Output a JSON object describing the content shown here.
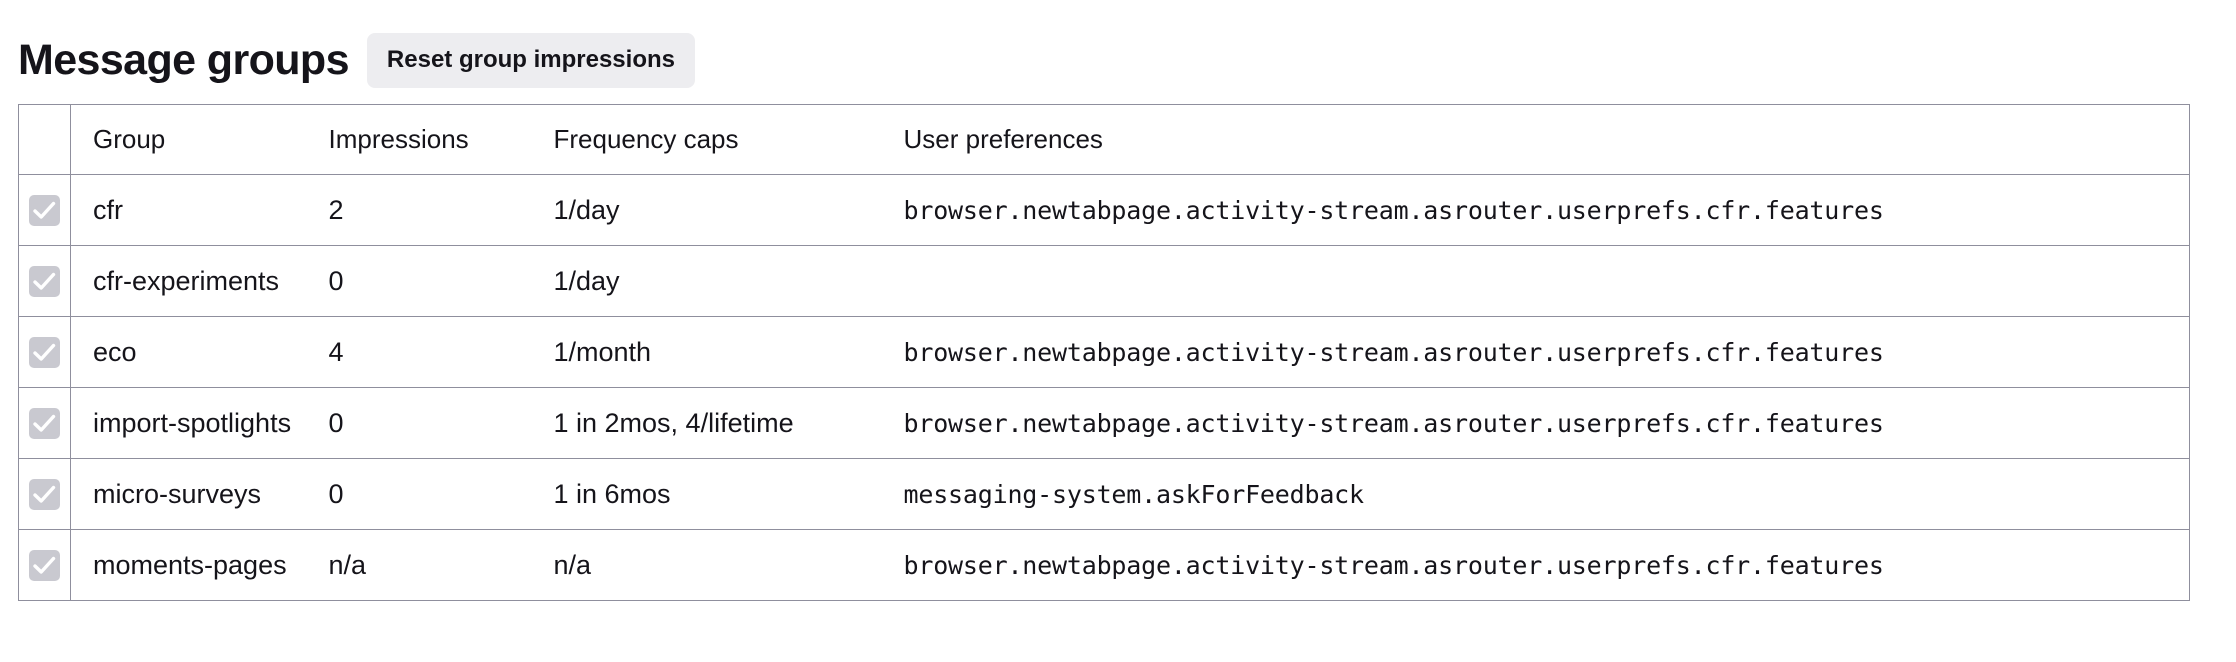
{
  "header": {
    "title": "Message groups",
    "reset_button_label": "Reset group impressions"
  },
  "table": {
    "columns": {
      "checkbox": "",
      "group": "Group",
      "impressions": "Impressions",
      "frequency_caps": "Frequency caps",
      "user_preferences": "User preferences"
    },
    "rows": [
      {
        "checkbox_icon": "checkmark-icon",
        "checked": true,
        "group": "cfr",
        "impressions": "2",
        "frequency_caps": "1/day",
        "user_preferences": "browser.newtabpage.activity-stream.asrouter.userprefs.cfr.features"
      },
      {
        "checkbox_icon": "checkmark-icon",
        "checked": true,
        "group": "cfr-experiments",
        "impressions": "0",
        "frequency_caps": "1/day",
        "user_preferences": ""
      },
      {
        "checkbox_icon": "checkmark-icon",
        "checked": true,
        "group": "eco",
        "impressions": "4",
        "frequency_caps": "1/month",
        "user_preferences": "browser.newtabpage.activity-stream.asrouter.userprefs.cfr.features"
      },
      {
        "checkbox_icon": "checkmark-icon",
        "checked": true,
        "group": "import-spotlights",
        "impressions": "0",
        "frequency_caps": "1 in 2mos, 4/lifetime",
        "user_preferences": "browser.newtabpage.activity-stream.asrouter.userprefs.cfr.features"
      },
      {
        "checkbox_icon": "checkmark-icon",
        "checked": true,
        "group": "micro-surveys",
        "impressions": "0",
        "frequency_caps": "1 in 6mos",
        "user_preferences": "messaging-system.askForFeedback"
      },
      {
        "checkbox_icon": "checkmark-icon",
        "checked": true,
        "group": "moments-pages",
        "impressions": "n/a",
        "frequency_caps": "n/a",
        "user_preferences": "browser.newtabpage.activity-stream.asrouter.userprefs.cfr.features"
      }
    ]
  },
  "colors": {
    "text": "#15141a",
    "button_bg": "#ededf0",
    "table_border": "#8f8f9d",
    "checkbox_bg": "#c9c9d0",
    "checkbox_mark": "#ffffff",
    "page_bg": "#ffffff"
  }
}
